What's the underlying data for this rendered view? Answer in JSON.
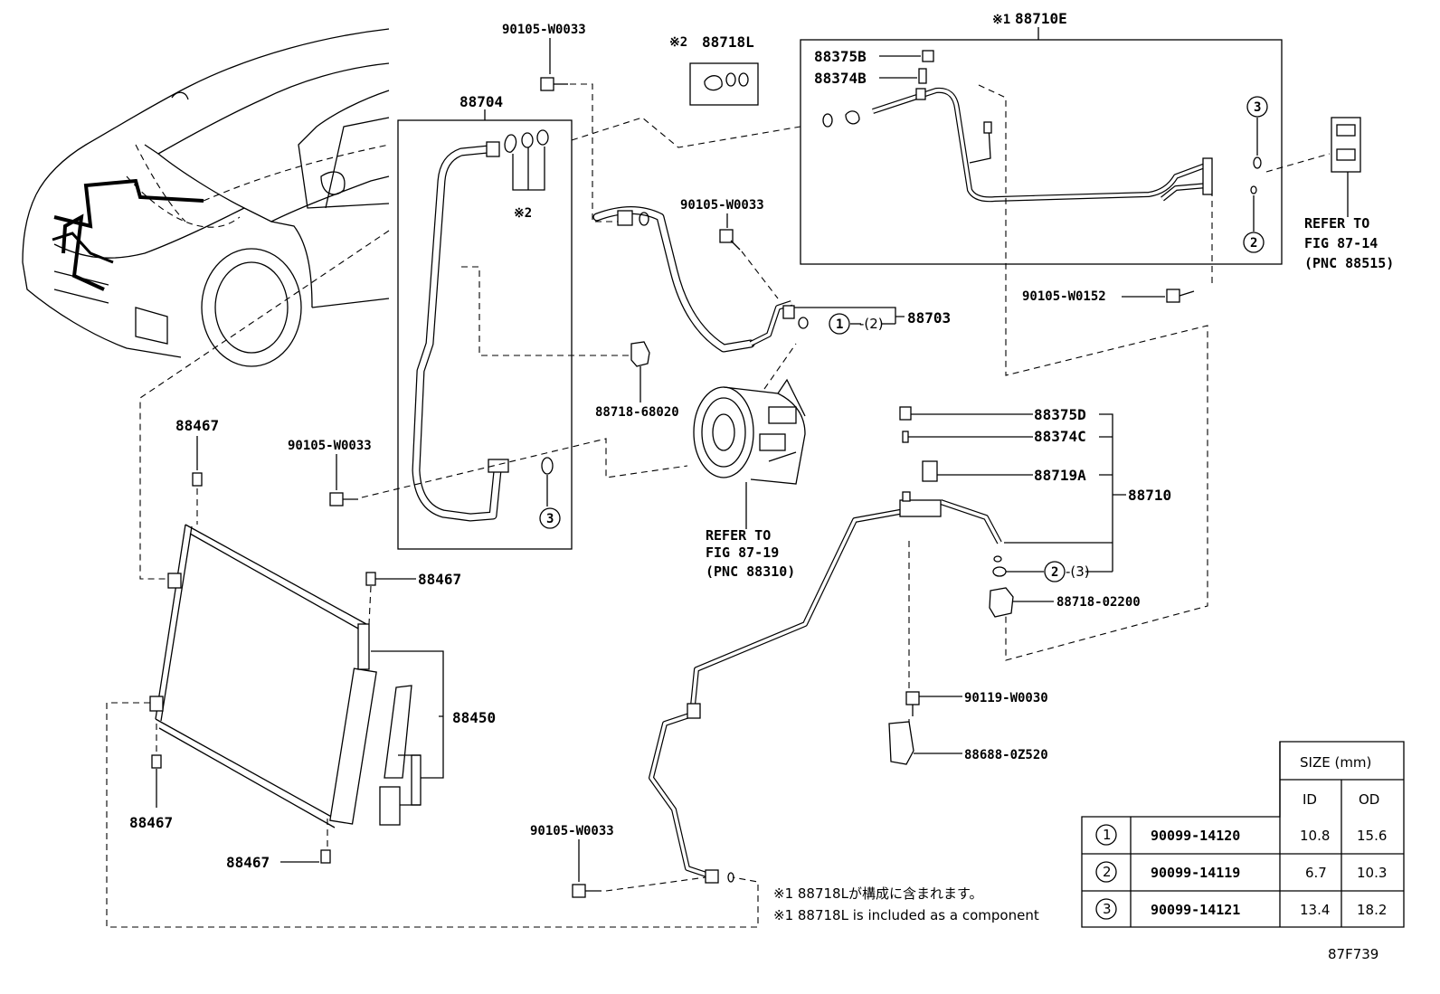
{
  "labels": {
    "p_88710E": "88710E",
    "p_88718L_top": "88718L",
    "p_88704": "88704",
    "p_88375B": "88375B",
    "p_88374B": "88374B",
    "p_90105_W0033_a": "90105-W0033",
    "p_90105_W0033_b": "90105-W0033",
    "p_90105_W0033_c": "90105-W0033",
    "p_90105_W0033_d": "90105-W0033",
    "p_90105_W0152": "90105-W0152",
    "p_88703": "88703",
    "p_88703_circ": "1",
    "p_88703_paren": "-(2)",
    "p_88718_68020": "88718-68020",
    "p_88375D": "88375D",
    "p_88374C": "88374C",
    "p_88719A": "88719A",
    "p_88710": "88710",
    "p_88710_circ": "2",
    "p_88710_paren": "-(3)",
    "p_88718_02200": "88718-02200",
    "p_90119_W0030": "90119-W0030",
    "p_88688_0Z520": "88688-0Z520",
    "p_88450": "88450",
    "p_88467_a": "88467",
    "p_88467_b": "88467",
    "p_88467_c": "88467",
    "p_88467_d": "88467",
    "mark_1": "※1",
    "mark_2": "※2",
    "mark_2b": "※2",
    "circ_3a": "3",
    "circ_3b": "3",
    "circ_2a": "2"
  },
  "refers": [
    {
      "line1": "REFER TO",
      "line2": "FIG 87-14",
      "line3": "(PNC 88515)"
    },
    {
      "line1": "REFER TO",
      "line2": "FIG 87-19",
      "line3": "(PNC 88310)"
    }
  ],
  "notes": {
    "jp": "※1 88718Lが構成に含まれます。",
    "en": "※1 88718L is included as a component"
  },
  "table": {
    "size_header": "SIZE (mm)",
    "col_id": "ID",
    "col_od": "OD",
    "rows": [
      {
        "n": "1",
        "part": "90099-14120",
        "id": "10.8",
        "od": "15.6"
      },
      {
        "n": "2",
        "part": "90099-14119",
        "id": "6.7",
        "od": "10.3"
      },
      {
        "n": "3",
        "part": "90099-14121",
        "id": "13.4",
        "od": "18.2"
      }
    ]
  },
  "figure_id": "87F739"
}
